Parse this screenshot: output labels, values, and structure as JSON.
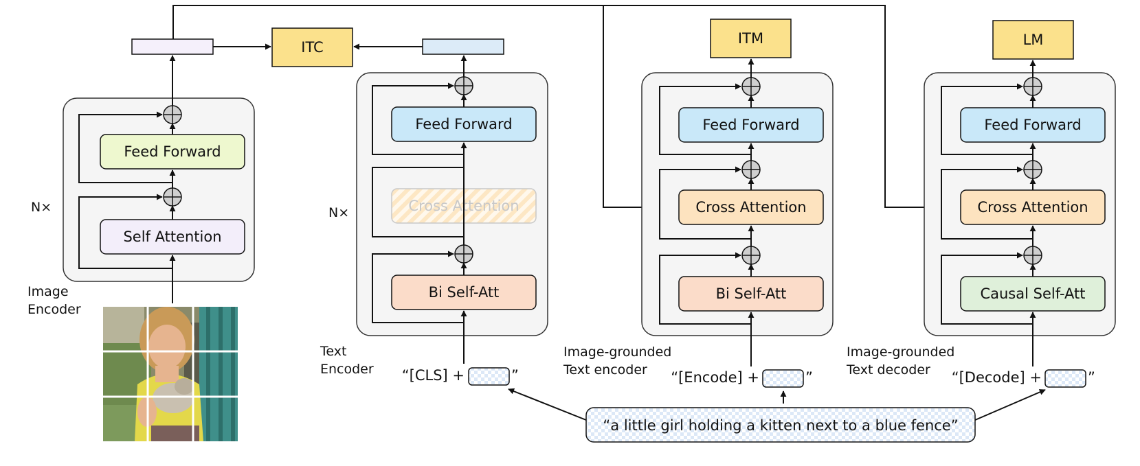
{
  "heads": {
    "itc": "ITC",
    "itm": "ITM",
    "lm": "LM"
  },
  "image_encoder": {
    "repeat": "N×",
    "caption_line1": "Image",
    "caption_line2": "Encoder",
    "feed_forward": "Feed Forward",
    "self_attention": "Self Attention"
  },
  "text_encoder": {
    "repeat": "N×",
    "caption_line1": "Text",
    "caption_line2": "Encoder",
    "feed_forward": "Feed Forward",
    "cross_attention": "Cross Attention",
    "self_att": "Bi Self-Att",
    "input_prefix": "“[CLS] +",
    "input_suffix": "”"
  },
  "grounded_encoder": {
    "caption_line1": "Image-grounded",
    "caption_line2": "Text encoder",
    "feed_forward": "Feed Forward",
    "cross_attention": "Cross Attention",
    "self_att": "Bi Self-Att",
    "input_prefix": "“[Encode] +",
    "input_suffix": "”"
  },
  "grounded_decoder": {
    "caption_line1": "Image-grounded",
    "caption_line2": "Text decoder",
    "feed_forward": "Feed Forward",
    "cross_attention": "Cross Attention",
    "self_att": "Causal Self-Att",
    "input_prefix": "“[Decode] +",
    "input_suffix": "”"
  },
  "caption_text": "“a little girl holding a kitten next to a blue fence”",
  "colors": {
    "head": "#fbe18c",
    "feed_forward_image": "#eef8cf",
    "self_attention_image": "#f3eefa",
    "feed_forward_text": "#c9e8f9",
    "cross_attention": "#fde3bf",
    "bi_self_att": "#fbdcc9",
    "causal_self_att": "#dff0da",
    "panel": "#f5f5f5"
  }
}
